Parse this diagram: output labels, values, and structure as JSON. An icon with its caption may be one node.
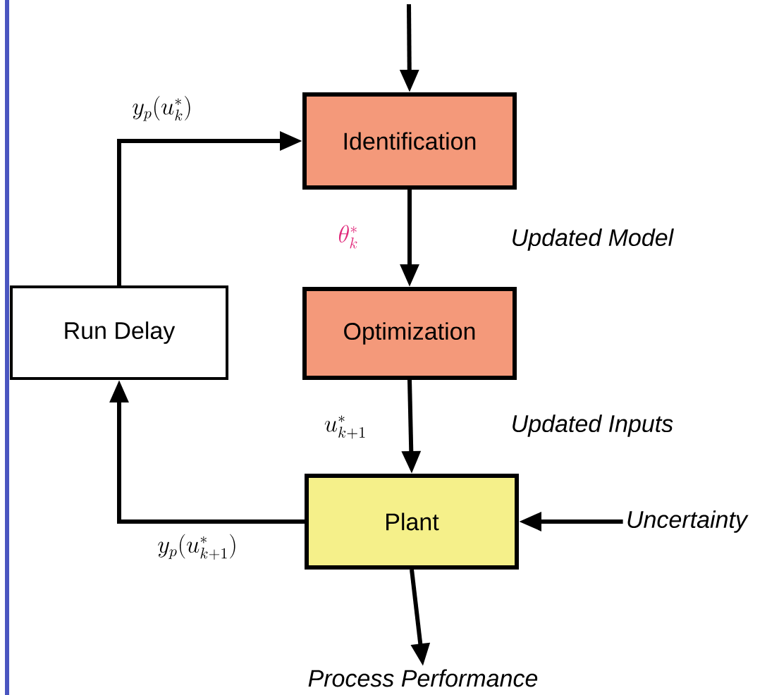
{
  "diagram": {
    "nodes": [
      {
        "text": [
          "Identification"
        ]
      },
      {
        "text": [
          "Optimization"
        ]
      },
      {
        "text": [
          "Plant"
        ]
      },
      {
        "text": [
          "Run Delay"
        ]
      },
      {
        "text": [
          "Uncertainty"
        ]
      },
      {
        "text": [
          "Process Performance"
        ]
      }
    ],
    "edges": [
      {
        "from": null,
        "to": 0,
        "arrow": "to"
      },
      {
        "from": 0,
        "to": 1,
        "arrow": "to",
        "label": "\\theta_k^*"
      },
      {
        "from": 1,
        "to": 2,
        "arrow": "to",
        "label": "u_{k+1}^*"
      },
      {
        "from": 2,
        "to": 3,
        "arrow": "to",
        "label": "y_p(u_{k+1}^*)"
      },
      {
        "from": 3,
        "to": 0,
        "arrow": "to",
        "label": "y_p(u_k^*)"
      },
      {
        "from": 4,
        "to": 2,
        "arrow": "to"
      },
      {
        "from": 2,
        "to": 5,
        "arrow": "to"
      }
    ],
    "labels": [
      "Updated Model",
      "Updated Inputs"
    ]
  }
}
